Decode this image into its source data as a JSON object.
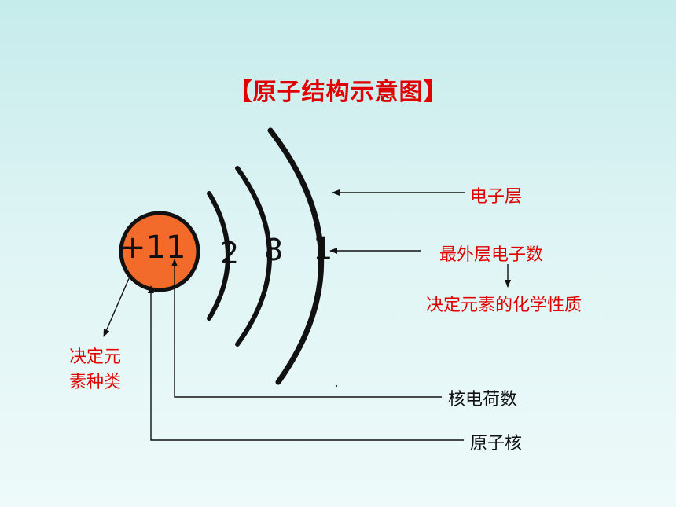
{
  "title": "【原子结构示意图】",
  "nucleus": {
    "charge_label": "+11",
    "fill_color": "#f26b2a"
  },
  "shells": [
    "2",
    "8",
    "1"
  ],
  "labels": {
    "electron_shell": "电子层",
    "outer_electrons": "最外层电子数",
    "chem_properties": "决定元素的化学性质",
    "element_type_line1": "决定元",
    "element_type_line2": "素种类",
    "nuclear_charge": "核电荷数",
    "atomic_nucleus": "原子核"
  },
  "colors": {
    "accent_red": "#e00000",
    "nucleus_orange": "#f26b2a"
  }
}
